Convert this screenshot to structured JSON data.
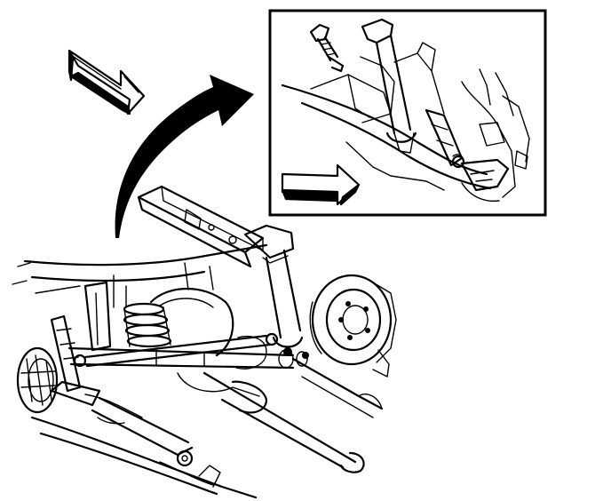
{
  "diagram": {
    "style": "black-and-white line illustration",
    "colors": {
      "ink": "#000000",
      "background": "#ffffff"
    },
    "parts": {
      "detail_inset": {
        "icon": "zoom-detail-frame"
      },
      "direction_arrows": {
        "count": 2,
        "icon": "hollow-right-arrow"
      },
      "callout_arrow": {
        "icon": "curved-black-arrow"
      }
    }
  }
}
